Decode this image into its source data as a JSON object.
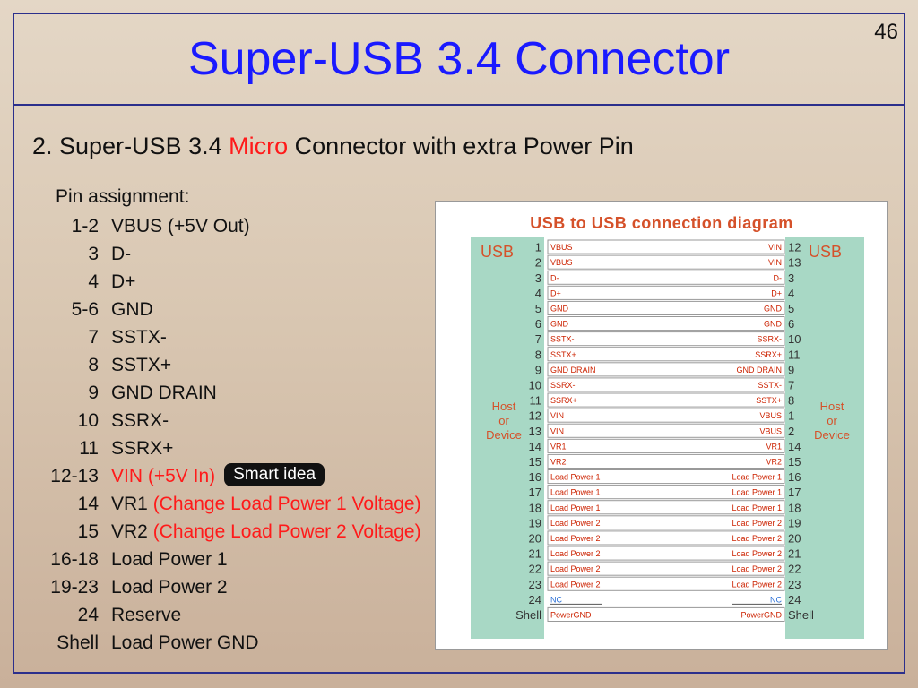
{
  "slide": {
    "page_number": "46",
    "title": "Super-USB 3.4 Connector",
    "subtitle_prefix": "2. Super-USB 3.4 ",
    "subtitle_accent": "Micro",
    "subtitle_suffix": " Connector with extra Power Pin",
    "pin_heading": "Pin assignment:"
  },
  "pins": [
    {
      "num": "1-2",
      "desc": "VBUS (+5V Out)"
    },
    {
      "num": "3",
      "desc": "D-"
    },
    {
      "num": "4",
      "desc": "D+"
    },
    {
      "num": "5-6",
      "desc": "GND"
    },
    {
      "num": "7",
      "desc": "SSTX-"
    },
    {
      "num": "8",
      "desc": "SSTX+"
    },
    {
      "num": "9",
      "desc": "GND DRAIN"
    },
    {
      "num": "10",
      "desc": "SSRX-"
    },
    {
      "num": "11",
      "desc": "SSRX+"
    },
    {
      "num": "12-13",
      "desc": "VIN (+5V In)",
      "badge": "Smart idea"
    },
    {
      "num": "14",
      "desc": "VR1",
      "note": "(Change Load Power 1 Voltage)"
    },
    {
      "num": "15",
      "desc": "VR2",
      "note": "(Change Load Power 2 Voltage)"
    },
    {
      "num": "16-18",
      "desc": "Load Power 1"
    },
    {
      "num": "19-23",
      "desc": "Load Power 2"
    },
    {
      "num": "24",
      "desc": "Reserve"
    },
    {
      "num": "Shell",
      "desc": "Load Power GND"
    }
  ],
  "diagram": {
    "title": "USB to USB connection diagram",
    "left_label": "USB",
    "right_label": "USB",
    "left_side_label": [
      "Host",
      "or",
      "Device"
    ],
    "right_side_label": [
      "Host",
      "or",
      "Device"
    ],
    "shell_label": "Shell",
    "colors": {
      "title": "#d5512a",
      "panel": "#a8d8c5",
      "panel_text": "#d5512a",
      "wire_text": "#cc2200",
      "nc_text": "#2a6fd6",
      "pin_text": "#333333"
    },
    "wires": [
      {
        "lpin": "1",
        "rpin": "12",
        "lsig": "VBUS",
        "rsig": "VIN"
      },
      {
        "lpin": "2",
        "rpin": "13",
        "lsig": "VBUS",
        "rsig": "VIN"
      },
      {
        "lpin": "3",
        "rpin": "3",
        "lsig": "D-",
        "rsig": "D-"
      },
      {
        "lpin": "4",
        "rpin": "4",
        "lsig": "D+",
        "rsig": "D+"
      },
      {
        "lpin": "5",
        "rpin": "5",
        "lsig": "GND",
        "rsig": "GND"
      },
      {
        "lpin": "6",
        "rpin": "6",
        "lsig": "GND",
        "rsig": "GND"
      },
      {
        "lpin": "7",
        "rpin": "10",
        "lsig": "SSTX-",
        "rsig": "SSRX-"
      },
      {
        "lpin": "8",
        "rpin": "11",
        "lsig": "SSTX+",
        "rsig": "SSRX+"
      },
      {
        "lpin": "9",
        "rpin": "9",
        "lsig": "GND DRAIN",
        "rsig": "GND DRAIN"
      },
      {
        "lpin": "10",
        "rpin": "7",
        "lsig": "SSRX-",
        "rsig": "SSTX-"
      },
      {
        "lpin": "11",
        "rpin": "8",
        "lsig": "SSRX+",
        "rsig": "SSTX+"
      },
      {
        "lpin": "12",
        "rpin": "1",
        "lsig": "VIN",
        "rsig": "VBUS"
      },
      {
        "lpin": "13",
        "rpin": "2",
        "lsig": "VIN",
        "rsig": "VBUS"
      },
      {
        "lpin": "14",
        "rpin": "14",
        "lsig": "VR1",
        "rsig": "VR1"
      },
      {
        "lpin": "15",
        "rpin": "15",
        "lsig": "VR2",
        "rsig": "VR2"
      },
      {
        "lpin": "16",
        "rpin": "16",
        "lsig": "Load Power 1",
        "rsig": "Load Power 1"
      },
      {
        "lpin": "17",
        "rpin": "17",
        "lsig": "Load Power 1",
        "rsig": "Load Power 1"
      },
      {
        "lpin": "18",
        "rpin": "18",
        "lsig": "Load Power 1",
        "rsig": "Load Power 1"
      },
      {
        "lpin": "19",
        "rpin": "19",
        "lsig": "Load Power 2",
        "rsig": "Load Power 2"
      },
      {
        "lpin": "20",
        "rpin": "20",
        "lsig": "Load Power 2",
        "rsig": "Load Power 2"
      },
      {
        "lpin": "21",
        "rpin": "21",
        "lsig": "Load Power 2",
        "rsig": "Load Power 2"
      },
      {
        "lpin": "22",
        "rpin": "22",
        "lsig": "Load Power 2",
        "rsig": "Load Power 2"
      },
      {
        "lpin": "23",
        "rpin": "23",
        "lsig": "Load Power 2",
        "rsig": "Load Power 2"
      },
      {
        "lpin": "24",
        "rpin": "24",
        "lsig": "NC",
        "rsig": "NC",
        "nc": true
      },
      {
        "lpin": "Shell",
        "rpin": "Shell",
        "lsig": "PowerGND",
        "rsig": "PowerGND"
      }
    ]
  }
}
